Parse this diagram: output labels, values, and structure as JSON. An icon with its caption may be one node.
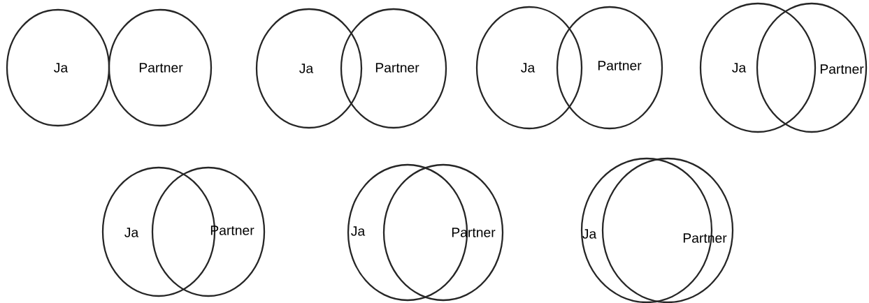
{
  "diagram": {
    "nodes": [
      {
        "text": [
          "Ja"
        ]
      },
      {
        "text": [
          "Partner"
        ]
      },
      {
        "text": [
          "Ja"
        ]
      },
      {
        "text": [
          "Partner"
        ]
      },
      {
        "text": [
          "Ja"
        ]
      },
      {
        "text": [
          "Partner"
        ]
      },
      {
        "text": [
          "Ja"
        ]
      },
      {
        "text": [
          "Partner"
        ]
      },
      {
        "text": [
          "Ja"
        ]
      },
      {
        "text": [
          "Partner"
        ]
      },
      {
        "text": [
          "Ja"
        ]
      },
      {
        "text": [
          "Partner"
        ]
      },
      {
        "text": [
          "Ja"
        ]
      },
      {
        "text": [
          "Partner"
        ]
      }
    ]
  }
}
